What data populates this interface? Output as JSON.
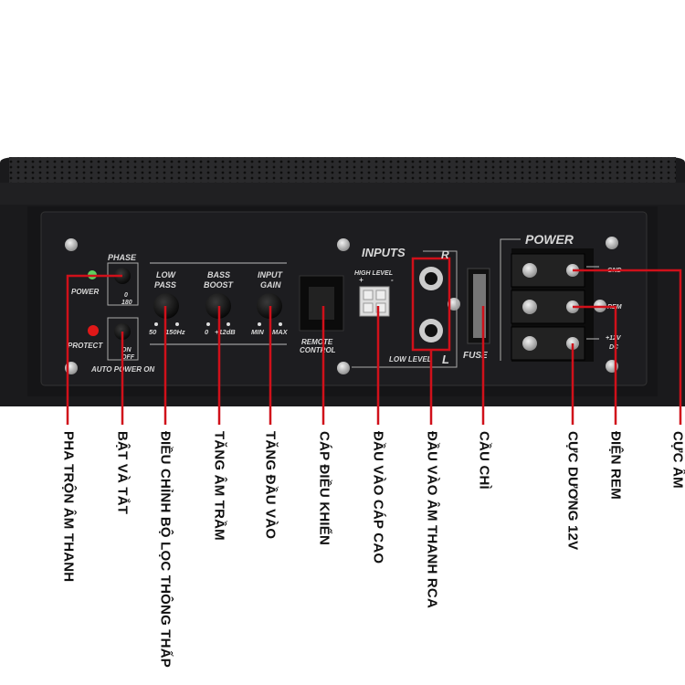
{
  "panel": {
    "phase": "PHASE",
    "phase_0": "0",
    "phase_180": "180",
    "power_led": "POWER",
    "protect_led": "PROTECT",
    "auto_on": "ON",
    "auto_off": "OFF",
    "auto_power_on": "AUTO POWER ON",
    "low_pass_1": "LOW",
    "low_pass_2": "PASS",
    "low_pass_min": "50",
    "low_pass_max": "150Hz",
    "bass_boost_1": "BASS",
    "bass_boost_2": "BOOST",
    "bass_min": "0",
    "bass_max": "+12dB",
    "input_gain_1": "INPUT",
    "input_gain_2": "GAIN",
    "gain_min": "MIN",
    "gain_max": "MAX",
    "remote_1": "REMOTE",
    "remote_2": "CONTROL",
    "inputs": "INPUTS",
    "r": "R",
    "l": "L",
    "high_level": "HIGH LEVEL",
    "plus": "+",
    "minus": "-",
    "low_level": "LOW LEVEL",
    "fuse": "FUSE",
    "power": "POWER",
    "gnd": "GND",
    "rem": "REM",
    "v12": "+12V",
    "dc": "DC"
  },
  "callouts": [
    "PHA TRỘN ÂM THANH",
    "BẬT VÀ TẮT",
    "ĐIỀU CHỈNH BỘ LỌC THÔNG THẤP",
    "TĂNG ÂM TRẦM",
    "TĂNG ĐẦU VÀO",
    "CÁP ĐIỀU KHIỂN",
    "ĐẦU VÀO CÁP CAO",
    "ĐẦU VÀO ÂM THANH RCA",
    "CẦU CHÌ",
    "CỰC DƯƠNG 12V",
    "ĐIỆN REM",
    "CỰC ÂM"
  ],
  "colors": {
    "callout_line": "#d0101a",
    "panel": "#1b1b1d",
    "led_power": "#5fcf5f",
    "led_protect": "#e01818"
  }
}
